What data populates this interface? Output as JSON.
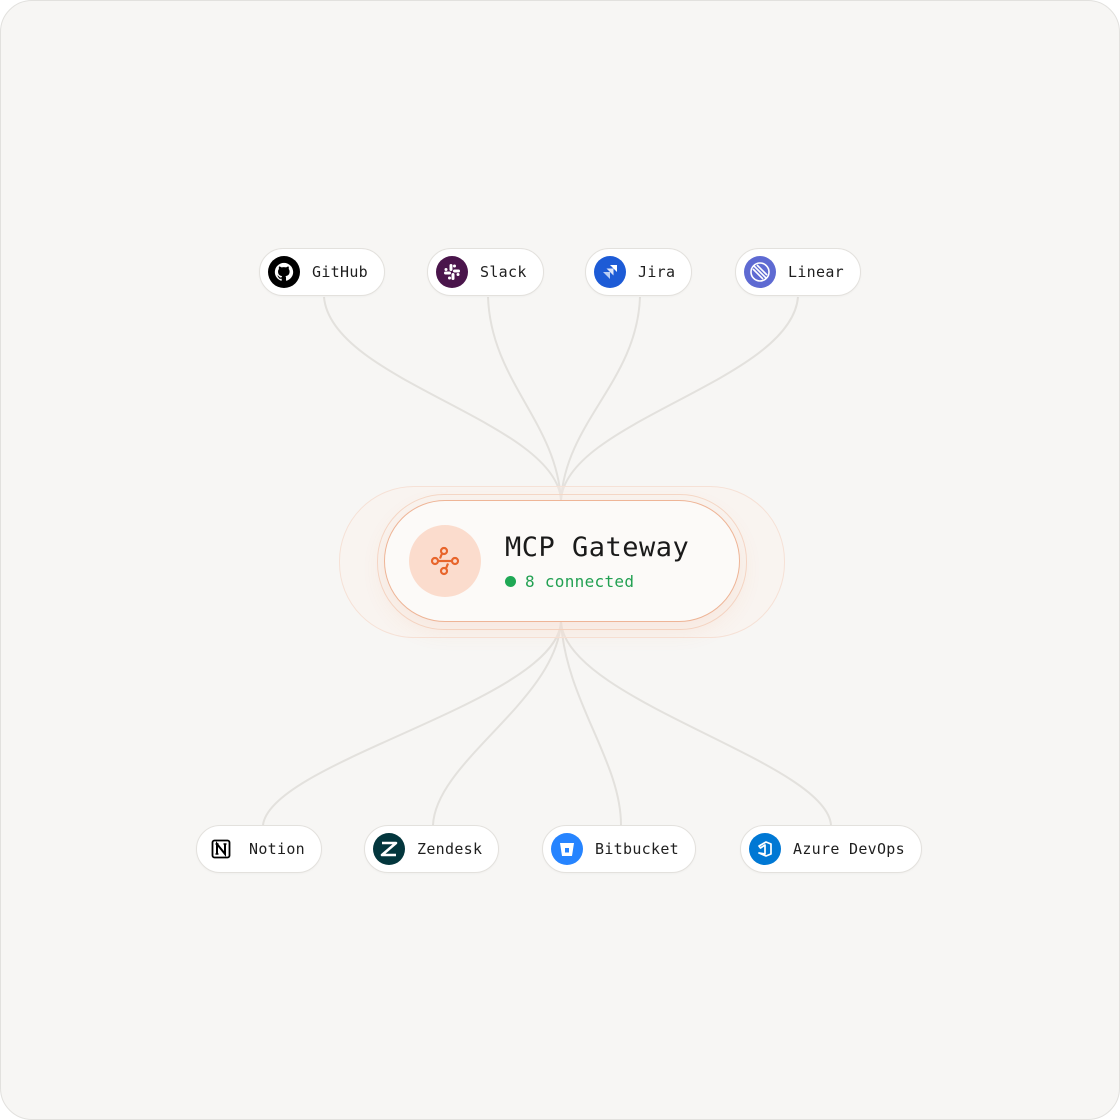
{
  "gateway": {
    "title": "MCP Gateway",
    "status_text": "8 connected",
    "status_color": "#1fa855",
    "accent_color": "#e8652b",
    "icon": "connection-nodes-icon"
  },
  "integrations_top": [
    {
      "label": "GitHub",
      "icon": "github-icon",
      "color": "#000000"
    },
    {
      "label": "Slack",
      "icon": "slack-icon",
      "color": "#4a154b"
    },
    {
      "label": "Jira",
      "icon": "jira-icon",
      "color": "#1d5bd6"
    },
    {
      "label": "Linear",
      "icon": "linear-icon",
      "color": "#5e6ad2"
    }
  ],
  "integrations_bottom": [
    {
      "label": "Notion",
      "icon": "notion-icon",
      "color": "#000000"
    },
    {
      "label": "Zendesk",
      "icon": "zendesk-icon",
      "color": "#03363d"
    },
    {
      "label": "Bitbucket",
      "icon": "bitbucket-icon",
      "color": "#2684ff"
    },
    {
      "label": "Azure DevOps",
      "icon": "azure-devops-icon",
      "color": "#0078d4"
    }
  ]
}
